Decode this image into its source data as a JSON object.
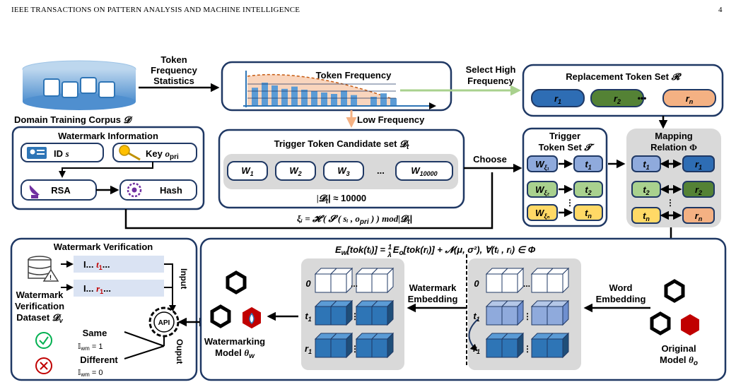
{
  "header": {
    "journal": "IEEE TRANSACTIONS ON PATTERN ANALYSIS AND MACHINE INTELLIGENCE",
    "page": "4"
  },
  "corpus": {
    "label": "Domain Training Corpus ",
    "symbol": "𝓓"
  },
  "token_stats": {
    "line1": "Token",
    "line2": "Frequency",
    "line3": "Statistics"
  },
  "token_frequency": {
    "title": "Token Frequency"
  },
  "select_high": {
    "line1": "Select High",
    "line2": "Frequency"
  },
  "low_frequency": "Low Frequency",
  "replacement": {
    "title": "Replacement Token Set ",
    "symbol": "𝓡",
    "tokens": [
      "r",
      "r",
      "r"
    ],
    "subs": [
      "1",
      "2",
      "n"
    ],
    "dots": "•••",
    "colors": [
      "#2e6db4",
      "#548235",
      "#f4b183"
    ]
  },
  "watermark_info": {
    "title": "Watermark Information",
    "id_label": "ID ",
    "id_symbol": "s",
    "key_label": "Key ",
    "key_symbol": "o",
    "key_sub": "pri",
    "rsa": "RSA",
    "hash": "Hash"
  },
  "trigger_candidate": {
    "title": "Trigger Token Candidate set ",
    "symbol": "𝓓",
    "symbol_sub": "t",
    "tokens": [
      "W",
      "W",
      "W",
      "W"
    ],
    "subs": [
      "1",
      "2",
      "3",
      "10000"
    ],
    "dots": "...",
    "size": "|𝓓",
    "size_sub": "t",
    "size_tail": "| ≈ 10000"
  },
  "choose": "Choose",
  "xi_formula": "ξᵢ = 𝓗 ( 𝓢 ( sᵢ , o",
  "xi_formula_sub": "pri",
  "xi_formula_tail": " ) ) mod|𝓓",
  "xi_formula_sub2": "t",
  "xi_formula_end": "|",
  "trigger_set": {
    "title1": "Trigger",
    "title2": "Token Set ",
    "symbol": "𝓣",
    "left": [
      "W",
      "W",
      "W"
    ],
    "left_subs": [
      "ξ₁",
      "ξ₂",
      "ξₙ"
    ],
    "right": [
      "t",
      "t",
      "t"
    ],
    "right_subs": [
      "1",
      "2",
      "n"
    ],
    "colors": [
      "#8faadc",
      "#a9d18e",
      "#ffd966"
    ]
  },
  "mapping": {
    "title1": "Mapping",
    "title2": "Relation  ",
    "symbol": "Φ",
    "left": [
      "t",
      "t",
      "t"
    ],
    "left_subs": [
      "1",
      "2",
      "n"
    ],
    "right": [
      "r",
      "r",
      "r"
    ],
    "right_subs": [
      "1",
      "2",
      "n"
    ],
    "left_colors": [
      "#8faadc",
      "#a9d18e",
      "#ffd966"
    ],
    "right_colors": [
      "#2e6db4",
      "#548235",
      "#f4b183"
    ]
  },
  "verification": {
    "title": "Watermark Verification",
    "q1_pre": "I... ",
    "q1_tok": "t",
    "q1_sub": "1",
    "q1_post": "...",
    "q2_pre": "I... ",
    "q2_tok": "r",
    "q2_sub": "1",
    "q2_post": "...",
    "input": "Input",
    "output": "Ouput",
    "dataset1": "Watermark",
    "dataset2": "Verification",
    "dataset3": "Dataset ",
    "dataset_symbol": "𝓓",
    "dataset_sub": "v",
    "api": "API",
    "same": "Same",
    "same_val": "𝕀",
    "same_sub": "wm",
    "same_eq": " = 1",
    "different": "Different",
    "diff_val": "𝕀",
    "diff_sub": "wm",
    "diff_eq": " = 0"
  },
  "embedding_formula": "E",
  "embedding_formula_sub": "w",
  "embedding_formula_body": "[tok(tᵢ)] = ",
  "embedding_formula_frac_n": "1",
  "embedding_formula_frac_d": "λ",
  "embedding_formula_e": "E",
  "embedding_formula_e_sub": "o",
  "embedding_formula_rest": "[tok(rᵢ)] + 𝓝(μ, σ²), ∀(tᵢ , rᵢ) ∈ Φ",
  "watermark_embedding": {
    "line1": "Watermark",
    "line2": "Embedding"
  },
  "word_embedding": {
    "line1": "Word",
    "line2": "Embedding"
  },
  "rows_left": [
    "0",
    "t",
    "r"
  ],
  "rows_left_subs": [
    "",
    "1",
    "1"
  ],
  "rows_right": [
    "0",
    "t",
    "r"
  ],
  "rows_right_subs": [
    "",
    "1",
    "1"
  ],
  "watermarking_model": {
    "line1": "Watermarking",
    "line2": "Model ",
    "symbol": "θ",
    "sub": "w"
  },
  "original_model": {
    "line1": "Original",
    "line2": "Model ",
    "symbol": "θ",
    "sub": "o"
  },
  "freq_bars": [
    0.62,
    0.8,
    0.7,
    0.58,
    0.66,
    0.55,
    0.5,
    0.45,
    0.4,
    0.52,
    0.36,
    0.3,
    0.42,
    0.25
  ]
}
